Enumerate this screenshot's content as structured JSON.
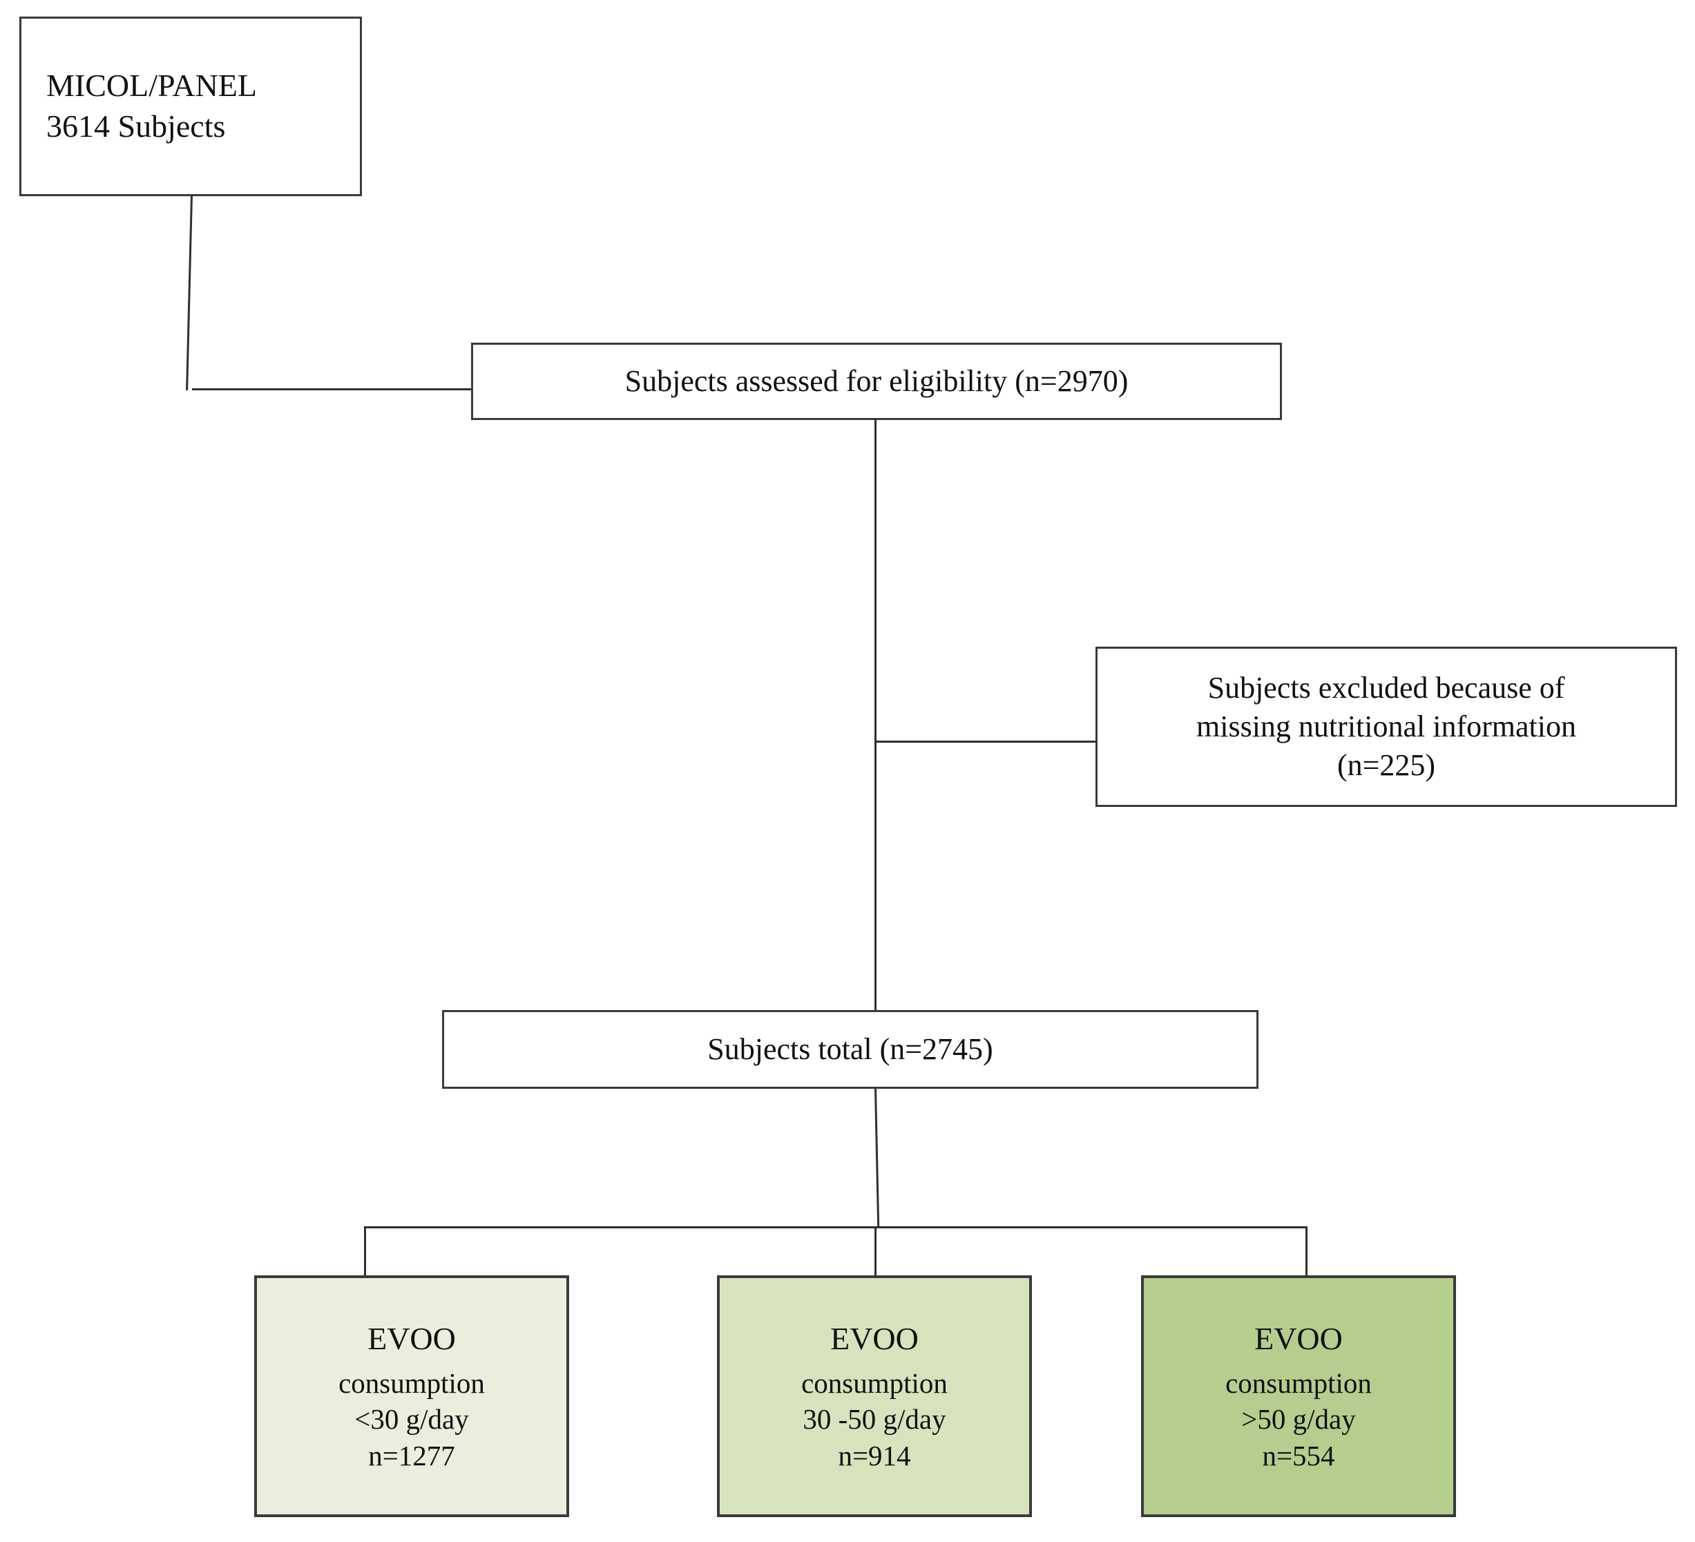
{
  "diagram": {
    "type": "flowchart",
    "title": "EVOO consumption study participant flow",
    "colors": {
      "box_border": "#3a3a3a",
      "connector": "#2f2f2f",
      "group_low_fill": "#e9eedd",
      "group_mid_fill": "#d6e3bd",
      "group_high_fill": "#b5cd8e"
    },
    "nodes": {
      "source": {
        "line1": "MICOL/PANEL",
        "line2": "3614 Subjects"
      },
      "eligibility": {
        "label": "Subjects assessed for eligibility (n=2970)"
      },
      "excluded": {
        "line1": "Subjects excluded because of",
        "line2": "missing nutritional information",
        "line3": "(n=225)"
      },
      "total": {
        "label": "Subjects total (n=2745)"
      },
      "groups": [
        {
          "title": "EVOO",
          "line2": "consumption",
          "line3": "<30 g/day",
          "line4": "n=1277"
        },
        {
          "title": "EVOO",
          "line2": "consumption",
          "line3": "30 -50 g/day",
          "line4": "n=914"
        },
        {
          "title": "EVOO",
          "line2": "consumption",
          "line3": ">50 g/day",
          "line4": "n=554"
        }
      ]
    }
  }
}
